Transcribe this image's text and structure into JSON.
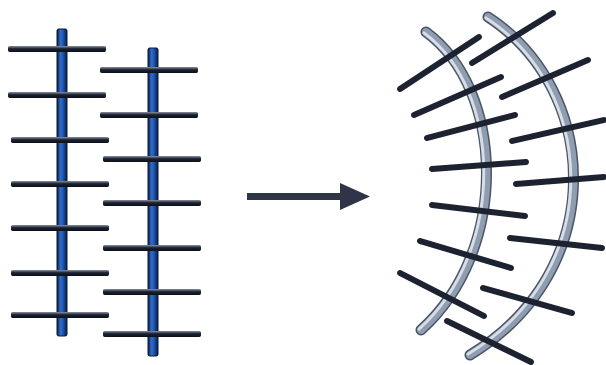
{
  "colors": {
    "background": "#ffffff",
    "straight_backbone_fill": "#1b4fa6",
    "straight_backbone_edge": "#0a1a33",
    "rung_dark": "#1c2230",
    "rung_highlight": "#8a93a3",
    "arrow": "#2e3547",
    "curved_backbone_light": "#d7dde6",
    "curved_backbone_mid": "#8f9db0",
    "curved_backbone_dark": "#4a5566"
  },
  "diagram": {
    "left_panel": {
      "shape": "straight ladder",
      "backbone_count": 2
    },
    "arrow": {
      "direction": "right"
    },
    "right_panel": {
      "shape": "curved ladder",
      "backbone_count": 2
    }
  }
}
